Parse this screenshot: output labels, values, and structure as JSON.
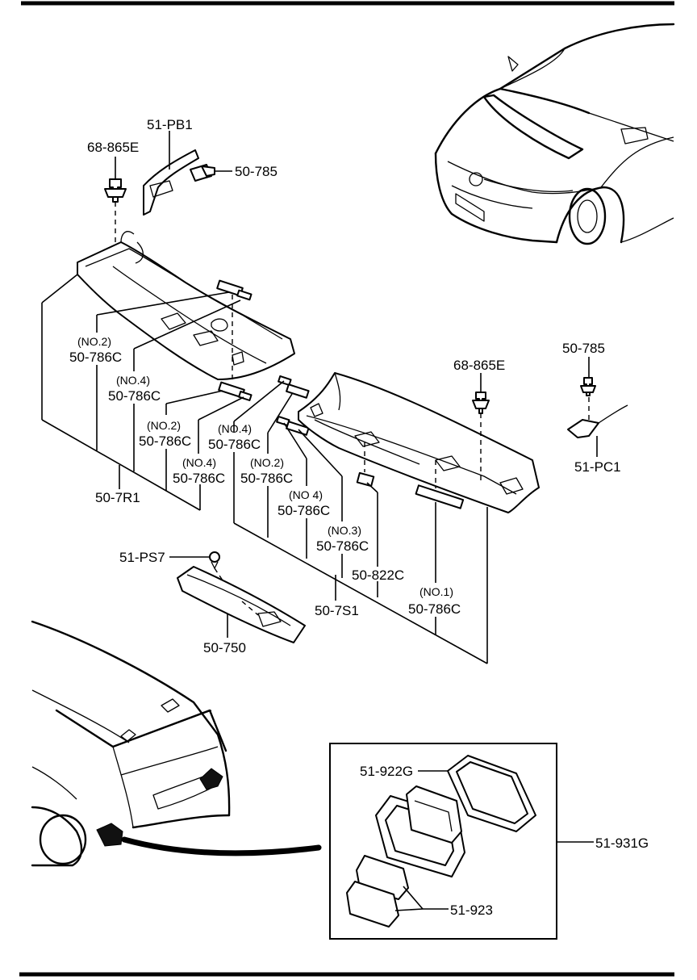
{
  "labels": {
    "pb1": "51-PB1",
    "e865_left": "68-865E",
    "clip785_left": "50-785",
    "e865_right": "68-865E",
    "clip785_right": "50-785",
    "pc1": "51-PC1",
    "no2_a": "(NO.2)",
    "c786_a": "50-786C",
    "no4_a": "(NO.4)",
    "c786_b": "50-786C",
    "no2_b": "(NO.2)",
    "c786_c": "50-786C",
    "no4_b": "(NO.4)",
    "c786_d": "50-786C",
    "no4_c": "(NO.4)",
    "c786_e": "50-786C",
    "no2_c": "(NO.2)",
    "c786_f": "50-786C",
    "no4_d": "(NO 4)",
    "c786_g": "50-786C",
    "no3": "(NO.3)",
    "c786_h": "50-786C",
    "c822": "50-822C",
    "no1": "(NO.1)",
    "c786_i": "50-786C",
    "r7r1": "50-7R1",
    "r7s1": "50-7S1",
    "ps7": "51-PS7",
    "p750": "50-750",
    "g922": "51-922G",
    "g931": "51-931G",
    "p923": "51-923"
  }
}
